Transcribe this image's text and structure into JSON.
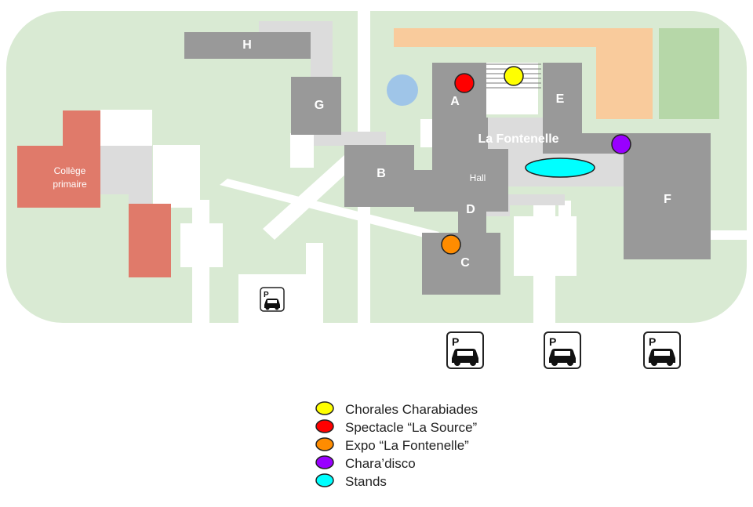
{
  "buildings": {
    "H": "H",
    "G": "G",
    "A": "A",
    "E": "E",
    "B": "B",
    "D": "D",
    "C": "C",
    "F": "F",
    "hall": "Hall",
    "fontenelle": "La Fontenelle",
    "college_line1": "Collège",
    "college_line2": "primaire"
  },
  "parking_letter": "P",
  "legend": [
    {
      "label": "Chorales Charabiades",
      "color": "#ffff00"
    },
    {
      "label": "Spectacle “La Source”",
      "color": "#ff0000"
    },
    {
      "label": "Expo “La Fontenelle”",
      "color": "#ff8c00"
    },
    {
      "label": "Chara’disco",
      "color": "#9900ff"
    },
    {
      "label": "Stands",
      "color": "#00ffff"
    }
  ],
  "colors": {
    "grounds": "#d9ead3",
    "building": "#999999",
    "path": "#dcdcdc",
    "college": "#e07a6a",
    "peach_area": "#f9cb9c",
    "green_field": "#b6d7a8",
    "pond": "#9fc5e8"
  }
}
